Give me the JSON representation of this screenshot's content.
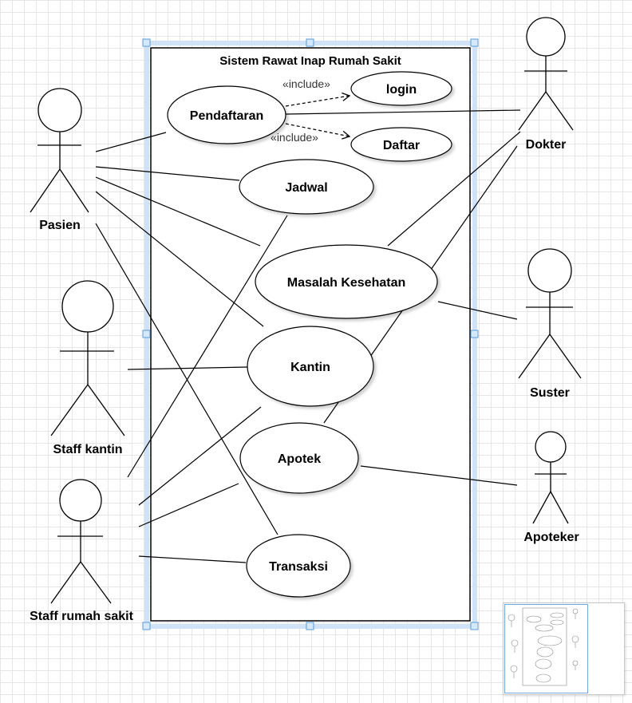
{
  "system": {
    "title": "Sistem Rawat Inap Rumah Sakit"
  },
  "actors": {
    "pasien": "Pasien",
    "dokter": "Dokter",
    "suster": "Suster",
    "apoteker": "Apoteker",
    "staff_kantin": "Staff kantin",
    "staff_rs": "Staff rumah sakit"
  },
  "use_cases": {
    "pendaftaran": "Pendaftaran",
    "login": "login",
    "daftar": "Daftar",
    "jadwal": "Jadwal",
    "masalah": "Masalah Kesehatan",
    "kantin": "Kantin",
    "apotek": "Apotek",
    "transaksi": "Transaksi"
  },
  "relations": {
    "include_login": "«include»",
    "include_daftar": "«include»"
  }
}
